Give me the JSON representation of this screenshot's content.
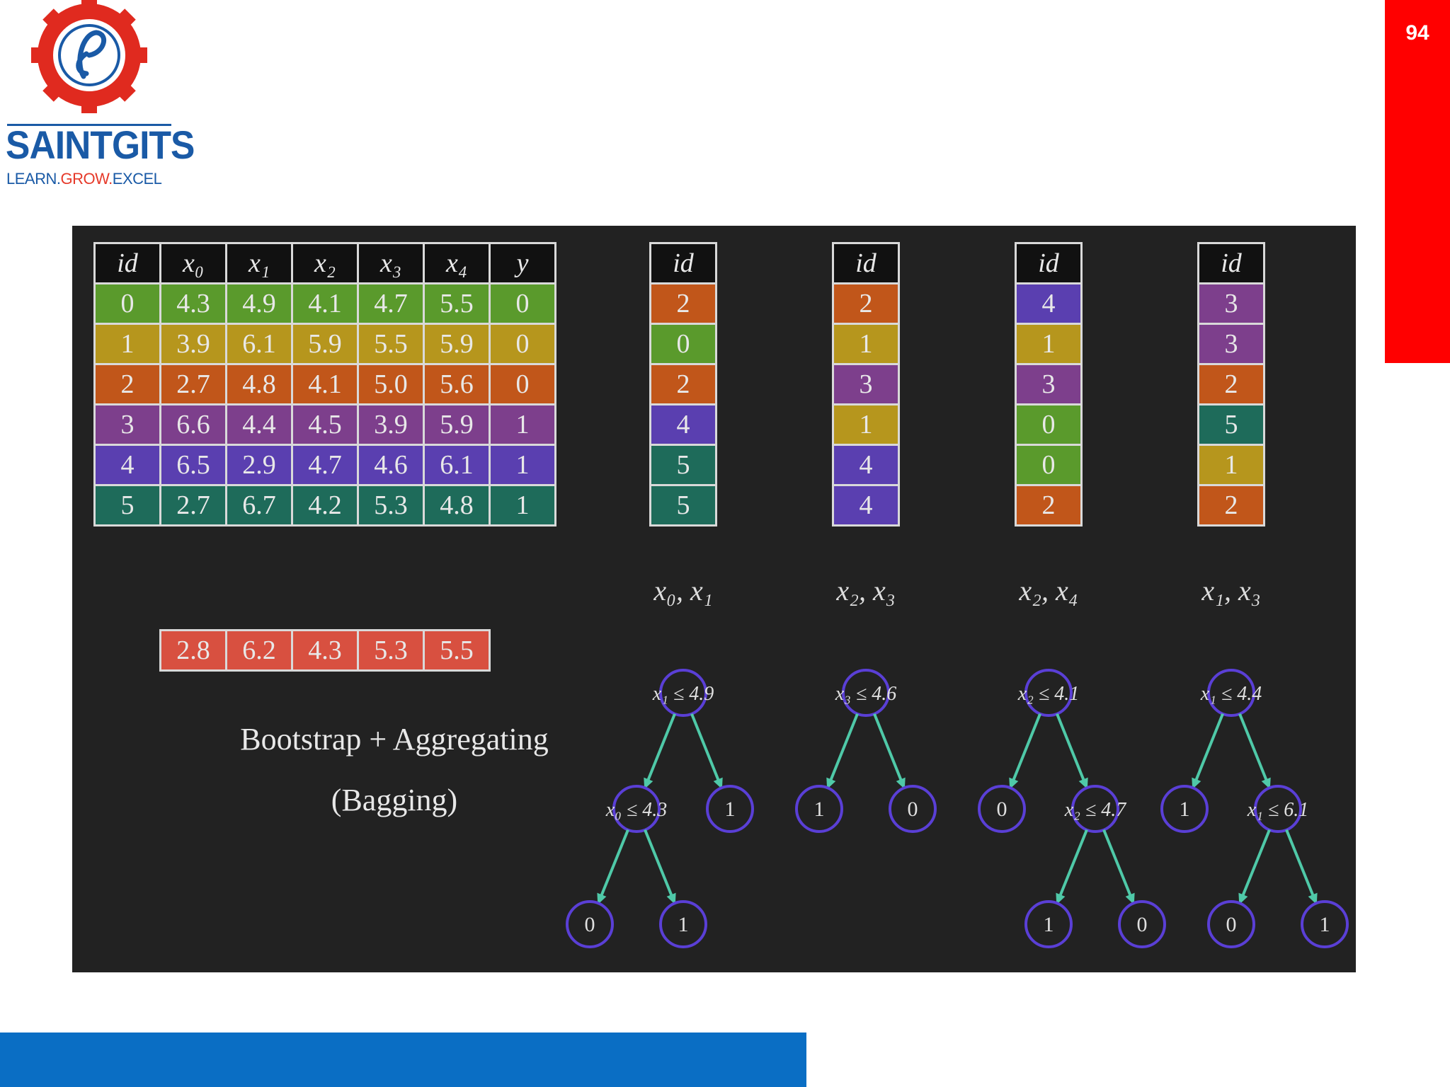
{
  "page_number": "94",
  "logo": {
    "name": "SAINTGITS",
    "tagline_learn": "LEARN.",
    "tagline_grow": "GROW.",
    "tagline_excel": "EXCEL"
  },
  "colors": {
    "accent_red": "#ff0000",
    "footer_blue": "#0a6ec4",
    "panel_bg": "#222222",
    "node_stroke": "#5a3fd6",
    "edge": "#4fc9a8"
  },
  "dataset": {
    "headers": [
      "id",
      "x₀",
      "x₁",
      "x₂",
      "x₃",
      "x₄",
      "y"
    ],
    "rows": [
      [
        "0",
        "4.3",
        "4.9",
        "4.1",
        "4.7",
        "5.5",
        "0"
      ],
      [
        "1",
        "3.9",
        "6.1",
        "5.9",
        "5.5",
        "5.9",
        "0"
      ],
      [
        "2",
        "2.7",
        "4.8",
        "4.1",
        "5.0",
        "5.6",
        "0"
      ],
      [
        "3",
        "6.6",
        "4.4",
        "4.5",
        "3.9",
        "5.9",
        "1"
      ],
      [
        "4",
        "6.5",
        "2.9",
        "4.7",
        "4.6",
        "6.1",
        "1"
      ],
      [
        "5",
        "2.7",
        "6.7",
        "4.2",
        "5.3",
        "4.8",
        "1"
      ]
    ]
  },
  "query_row": [
    "2.8",
    "6.2",
    "4.3",
    "5.3",
    "5.5"
  ],
  "caption": {
    "line1": "Bootstrap + Aggregating",
    "line2": "(Bagging)"
  },
  "samples": [
    {
      "header": "id",
      "ids": [
        "2",
        "0",
        "2",
        "4",
        "5",
        "5"
      ],
      "features": "x₀, x₁",
      "tree": {
        "root": "x₁ ≤ 4.9",
        "left_split": "x₀ ≤ 4.3",
        "right_leaf": "1",
        "ll": "0",
        "lr": "1"
      }
    },
    {
      "header": "id",
      "ids": [
        "2",
        "1",
        "3",
        "1",
        "4",
        "4"
      ],
      "features": "x₂, x₃",
      "tree": {
        "root": "x₃ ≤ 4.6",
        "left_leaf": "1",
        "right_leaf": "0"
      }
    },
    {
      "header": "id",
      "ids": [
        "4",
        "1",
        "3",
        "0",
        "0",
        "2"
      ],
      "features": "x₂, x₄",
      "tree": {
        "root": "x₂ ≤ 4.1",
        "left_leaf": "0",
        "right_split": "x₂ ≤ 4.7",
        "rl": "1",
        "rr": "0"
      }
    },
    {
      "header": "id",
      "ids": [
        "3",
        "3",
        "2",
        "5",
        "1",
        "2"
      ],
      "features": "x₁, x₃",
      "tree": {
        "root": "x₁ ≤ 4.4",
        "left_leaf": "1",
        "right_split": "x₁ ≤ 6.1",
        "rl": "0",
        "rr": "1"
      }
    }
  ]
}
